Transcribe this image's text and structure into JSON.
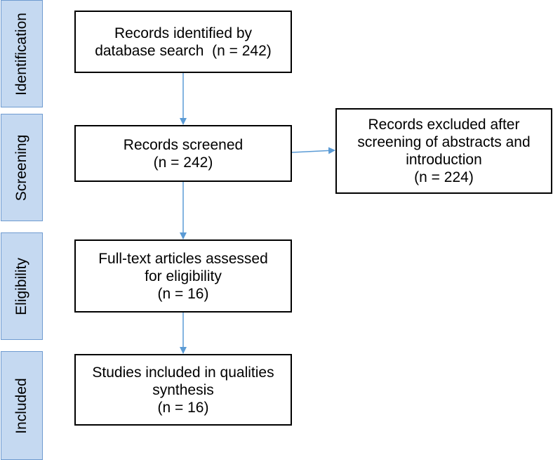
{
  "phases": {
    "identification": "Identification",
    "screening": "Screening",
    "eligibility": "Eligibility",
    "included": "Included"
  },
  "boxes": {
    "identified": {
      "lines": [
        "Records identified by",
        "database search  (n = 242)"
      ]
    },
    "screened": {
      "lines": [
        "Records screened",
        "(n = 242)"
      ]
    },
    "excluded": {
      "lines": [
        "Records excluded after",
        "screening of abstracts and",
        "introduction",
        "(n = 224)"
      ]
    },
    "eligible": {
      "lines": [
        "Full-text articles assessed",
        "for eligibility",
        "(n = 16)"
      ]
    },
    "included": {
      "lines": [
        "Studies included in qualities",
        "synthesis",
        "(n = 16)"
      ]
    }
  },
  "colors": {
    "phase_fill": "#c5d9f1",
    "phase_border": "#6f9bd0",
    "arrow": "#5b9bd5",
    "box_border": "#000000"
  }
}
